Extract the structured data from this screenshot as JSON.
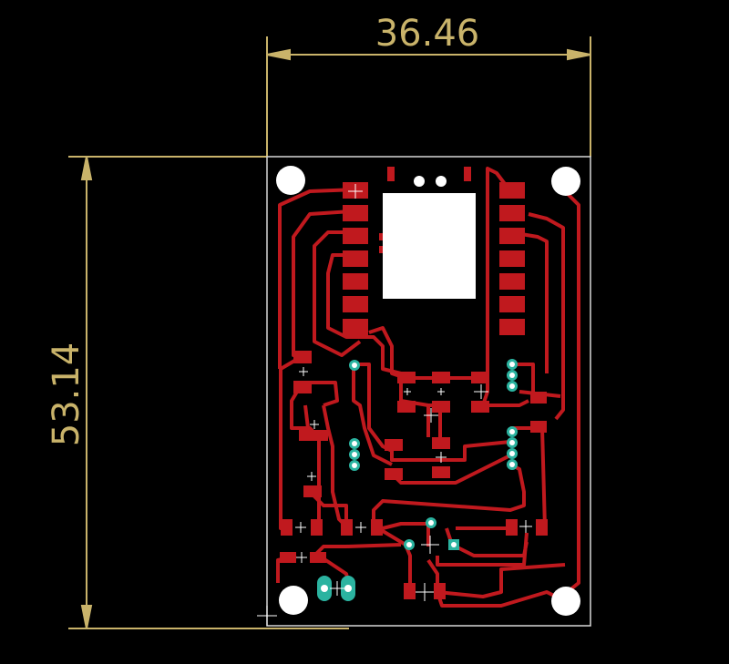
{
  "dimensions": {
    "width_label": "36.46",
    "height_label": "53.14"
  },
  "colors": {
    "background": "#000000",
    "dimension": "#c9b36a",
    "copper": "#c0191e",
    "pad": "#c0191e",
    "via_ring": "#2bb3a0",
    "hole": "#ffffff",
    "module": "#ffffff",
    "outline": "#d8d8d8"
  },
  "board": {
    "components": {
      "left_header_pads": 7,
      "right_header_pads": 7,
      "mounting_holes": 4
    }
  }
}
